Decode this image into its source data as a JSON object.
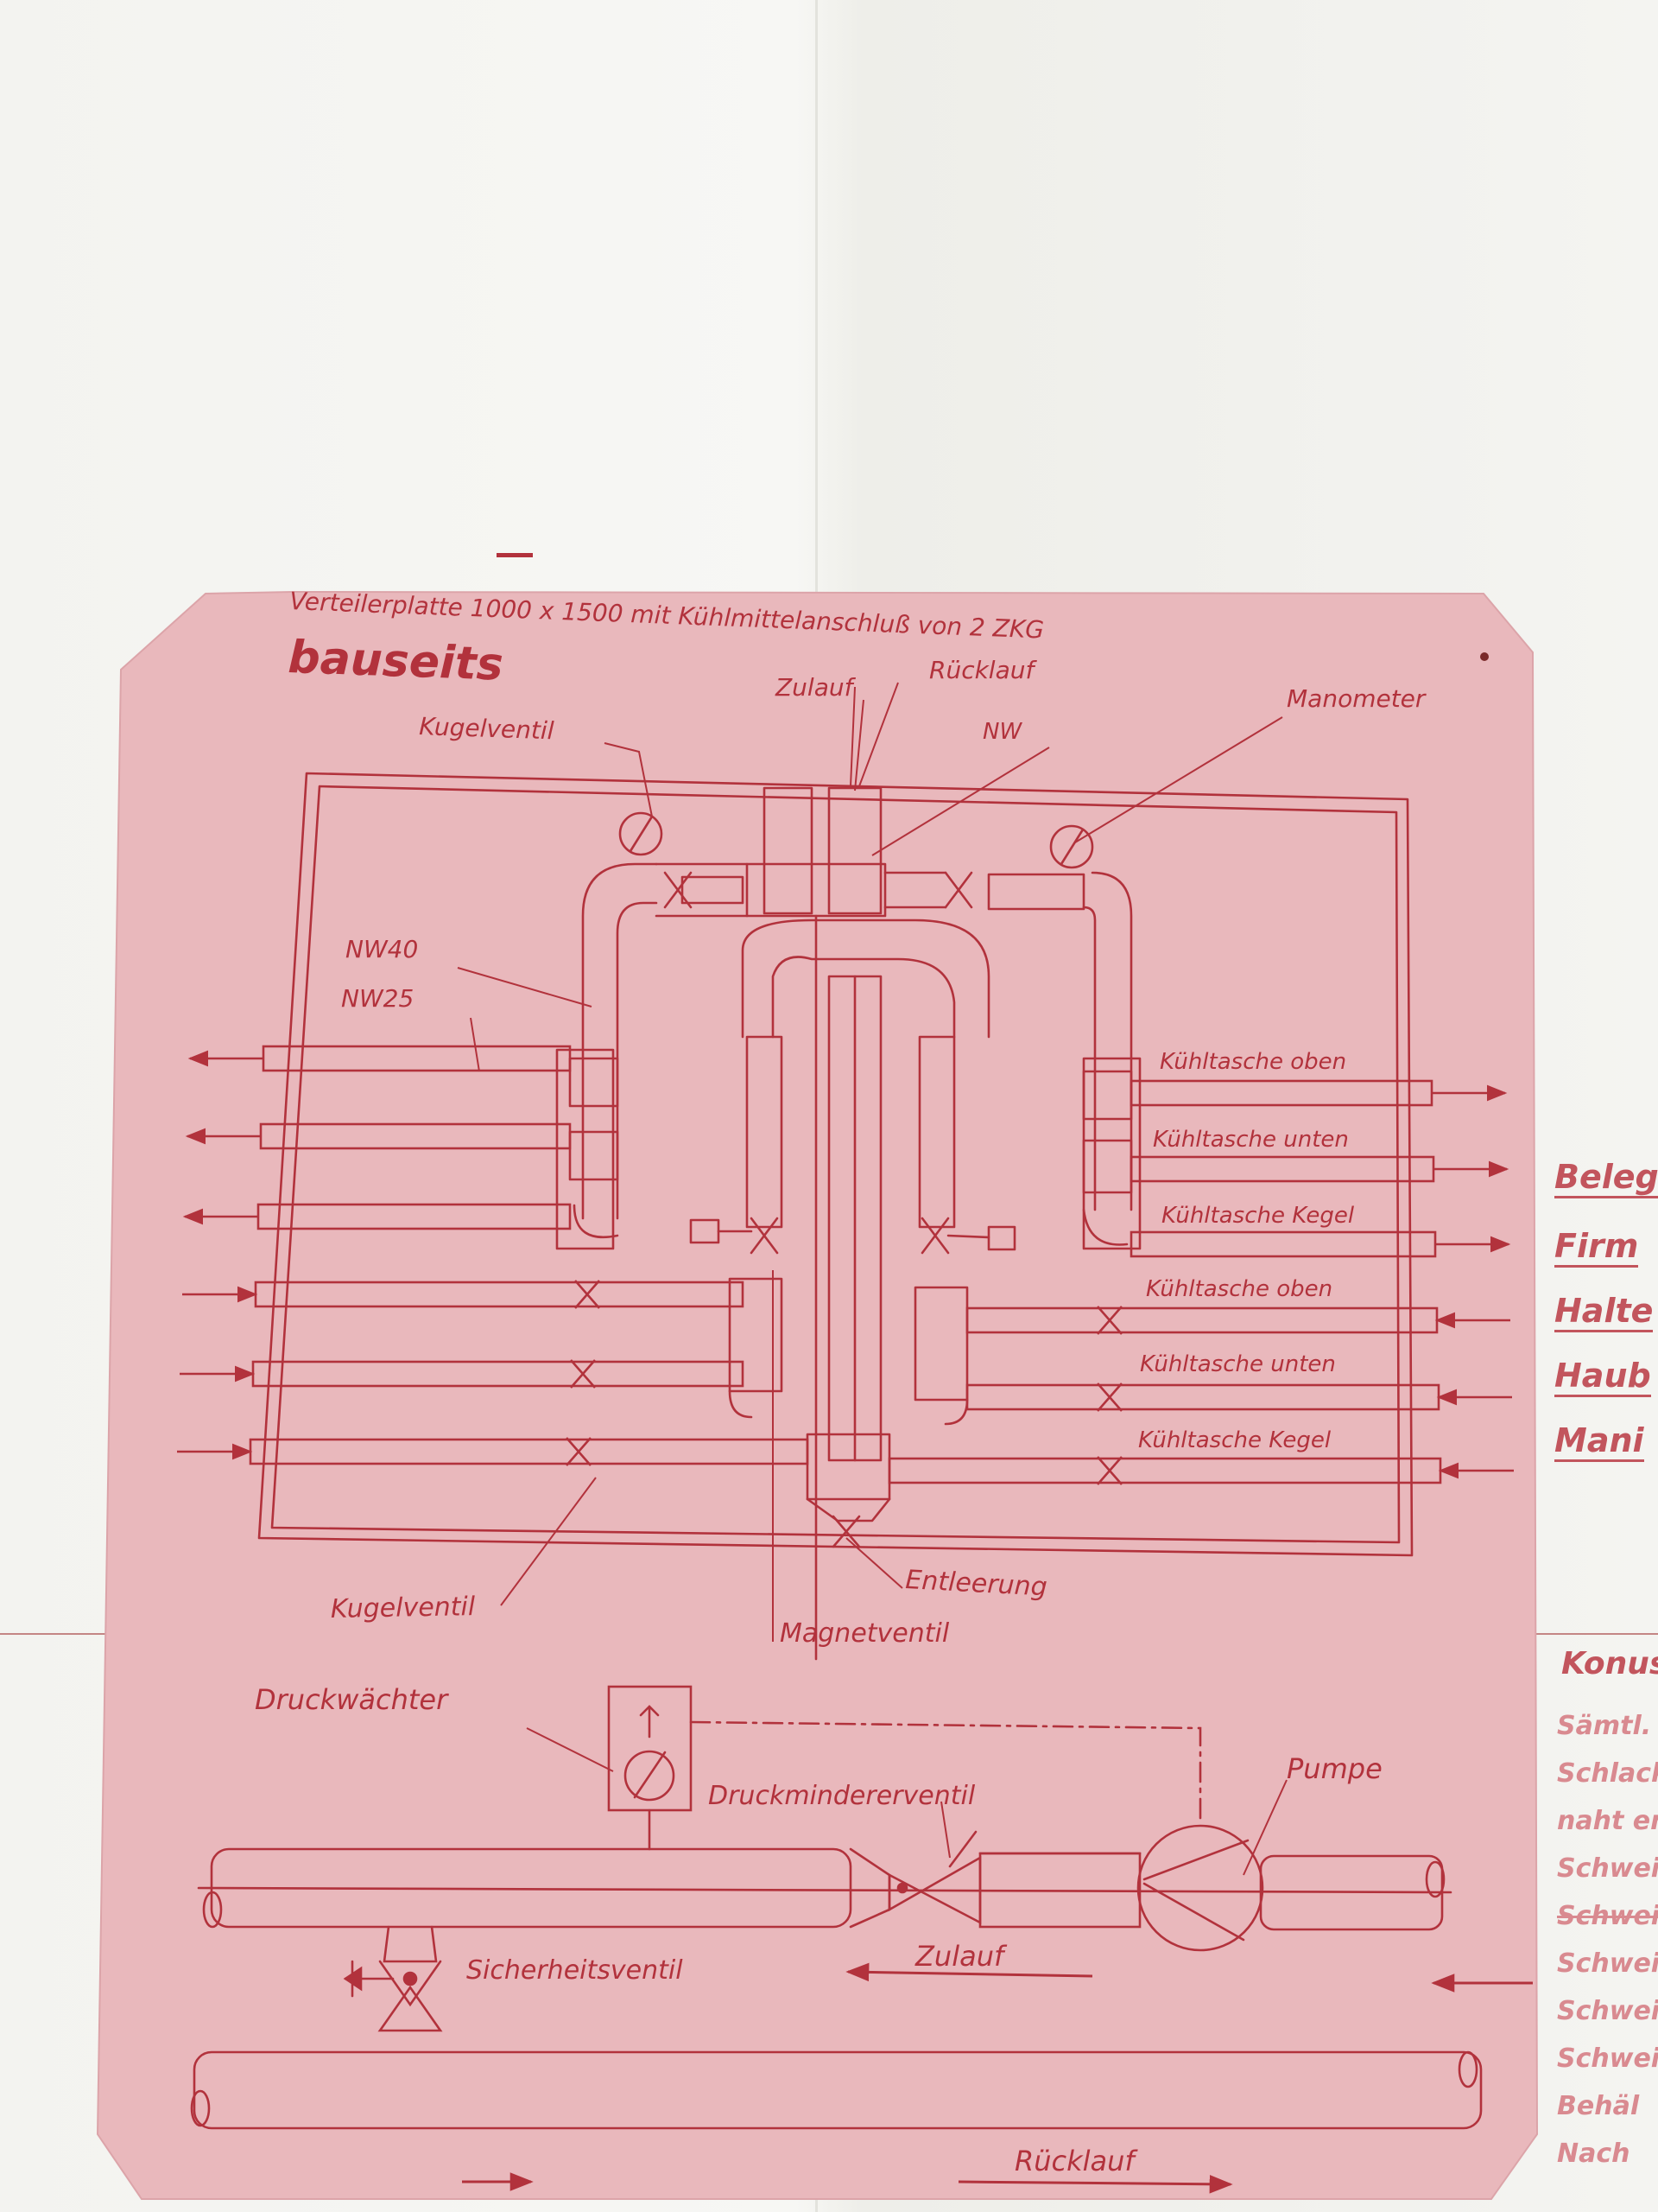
{
  "colors": {
    "sheet": "#e9b8bc",
    "ink": "#b2323c",
    "paper": "#f4f4f1",
    "side_text": "#c2555d"
  },
  "drawing": {
    "title": "Verteilerplatte 1000 x 1500 mit Kühlmittelanschluß von 2 ZKG",
    "heading": "bauseits",
    "labels": {
      "zulauf_top": "Zulauf",
      "ruecklauf_top": "Rücklauf",
      "nw": "NW",
      "kugelventil_top": "Kugelventil",
      "manometer": "Manometer",
      "nw40": "NW40",
      "nw25": "NW25",
      "kugelventil_bottom": "Kugelventil",
      "entleerung": "Entleerung",
      "magnetventil": "Magnetventil",
      "druckwaechter": "Druckwächter",
      "druckmindererventil": "Druckmindererventil",
      "pumpe": "Pumpe",
      "sicherheitsventil": "Sicherheitsventil",
      "zulauf_bottom": "Zulauf",
      "ruecklauf_bottom": "Rücklauf"
    },
    "right_outlets": [
      "Kühltasche oben",
      "Kühltasche unten",
      "Kühltasche Kegel",
      "Kühltasche oben",
      "Kühltasche unten",
      "Kühltasche Kegel"
    ]
  },
  "adjacent_page": {
    "list_items": [
      "Beleg",
      "Firm",
      "Halte",
      "Haub",
      "Mani"
    ],
    "section_heading": "Konus",
    "notes": [
      "Sämtl.",
      "Schlack",
      "naht en",
      "Schweiß",
      "Schwei",
      "Schwei",
      "Schwei",
      "Schwei",
      "Behäl",
      "Nach"
    ]
  }
}
